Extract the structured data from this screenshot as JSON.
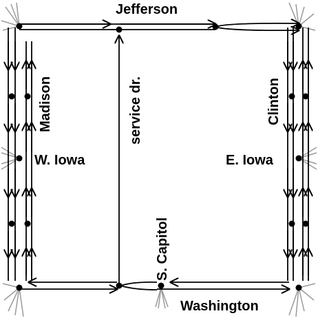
{
  "labels": {
    "top": "Jefferson",
    "bottom": "Washington",
    "left": "Madison",
    "right": "Clinton",
    "west": "W. Iowa",
    "east": "E. Iowa",
    "center": "service dr.",
    "south": "S. Capitol"
  },
  "colors": {
    "road": "#000000",
    "stub": "#9a9a9a",
    "background": "#ffffff"
  }
}
